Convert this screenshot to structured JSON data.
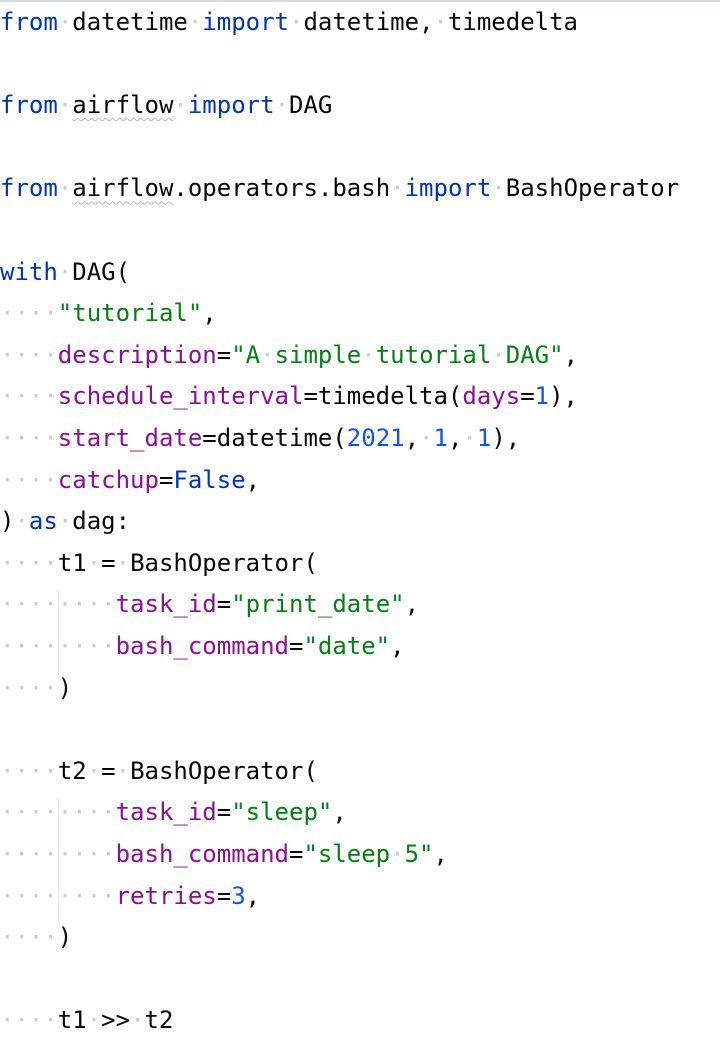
{
  "editor": {
    "language": "python",
    "lines": [
      [
        {
          "t": "from",
          "c": "kw"
        },
        {
          "t": "·",
          "c": "ws"
        },
        {
          "t": "datetime",
          "c": "plain"
        },
        {
          "t": "·",
          "c": "ws"
        },
        {
          "t": "import",
          "c": "kw"
        },
        {
          "t": "·",
          "c": "ws"
        },
        {
          "t": "datetime,",
          "c": "plain"
        },
        {
          "t": "·",
          "c": "ws"
        },
        {
          "t": "timedelta",
          "c": "plain"
        }
      ],
      [],
      [
        {
          "t": "from",
          "c": "kw"
        },
        {
          "t": "·",
          "c": "ws"
        },
        {
          "t": "airflow",
          "c": "plain wavy"
        },
        {
          "t": "·",
          "c": "ws"
        },
        {
          "t": "import",
          "c": "kw"
        },
        {
          "t": "·",
          "c": "ws"
        },
        {
          "t": "DAG",
          "c": "plain"
        }
      ],
      [],
      [
        {
          "t": "from",
          "c": "kw"
        },
        {
          "t": "·",
          "c": "ws"
        },
        {
          "t": "airflow",
          "c": "plain wavy"
        },
        {
          "t": ".operators.bash",
          "c": "plain"
        },
        {
          "t": "·",
          "c": "ws"
        },
        {
          "t": "import",
          "c": "kw"
        },
        {
          "t": "·",
          "c": "ws"
        },
        {
          "t": "BashOperator",
          "c": "plain"
        }
      ],
      [],
      [
        {
          "t": "with",
          "c": "kw"
        },
        {
          "t": "·",
          "c": "ws"
        },
        {
          "t": "DAG(",
          "c": "plain"
        }
      ],
      [
        {
          "t": "····",
          "c": "ws"
        },
        {
          "t": "\"tutorial\"",
          "c": "str"
        },
        {
          "t": ",",
          "c": "plain"
        }
      ],
      [
        {
          "t": "····",
          "c": "ws"
        },
        {
          "t": "description",
          "c": "param"
        },
        {
          "t": "=",
          "c": "plain"
        },
        {
          "t": "\"A",
          "c": "str"
        },
        {
          "t": "·",
          "c": "ws"
        },
        {
          "t": "simple",
          "c": "str"
        },
        {
          "t": "·",
          "c": "ws"
        },
        {
          "t": "tutorial",
          "c": "str"
        },
        {
          "t": "·",
          "c": "ws"
        },
        {
          "t": "DAG\"",
          "c": "str"
        },
        {
          "t": ",",
          "c": "plain"
        }
      ],
      [
        {
          "t": "····",
          "c": "ws"
        },
        {
          "t": "schedule_interval",
          "c": "param"
        },
        {
          "t": "=timedelta(",
          "c": "plain"
        },
        {
          "t": "days",
          "c": "param"
        },
        {
          "t": "=",
          "c": "plain"
        },
        {
          "t": "1",
          "c": "num"
        },
        {
          "t": "),",
          "c": "plain"
        }
      ],
      [
        {
          "t": "····",
          "c": "ws"
        },
        {
          "t": "start_date",
          "c": "param"
        },
        {
          "t": "=datetime(",
          "c": "plain"
        },
        {
          "t": "2021",
          "c": "num"
        },
        {
          "t": ",",
          "c": "plain"
        },
        {
          "t": "·",
          "c": "ws"
        },
        {
          "t": "1",
          "c": "num"
        },
        {
          "t": ",",
          "c": "plain"
        },
        {
          "t": "·",
          "c": "ws"
        },
        {
          "t": "1",
          "c": "num"
        },
        {
          "t": "),",
          "c": "plain"
        }
      ],
      [
        {
          "t": "····",
          "c": "ws"
        },
        {
          "t": "catchup",
          "c": "param"
        },
        {
          "t": "=",
          "c": "plain"
        },
        {
          "t": "False",
          "c": "kw"
        },
        {
          "t": ",",
          "c": "plain"
        }
      ],
      [
        {
          "t": ")",
          "c": "plain"
        },
        {
          "t": "·",
          "c": "ws"
        },
        {
          "t": "as",
          "c": "kw"
        },
        {
          "t": "·",
          "c": "ws"
        },
        {
          "t": "dag:",
          "c": "plain"
        }
      ],
      [
        {
          "t": "····",
          "c": "ws"
        },
        {
          "t": "t1",
          "c": "plain"
        },
        {
          "t": "·",
          "c": "ws"
        },
        {
          "t": "=",
          "c": "plain"
        },
        {
          "t": "·",
          "c": "ws"
        },
        {
          "t": "BashOperator(",
          "c": "plain"
        }
      ],
      [
        {
          "t": "········",
          "c": "ws"
        },
        {
          "t": "task_id",
          "c": "param"
        },
        {
          "t": "=",
          "c": "plain"
        },
        {
          "t": "\"print_date\"",
          "c": "str"
        },
        {
          "t": ",",
          "c": "plain"
        }
      ],
      [
        {
          "t": "········",
          "c": "ws"
        },
        {
          "t": "bash_command",
          "c": "param"
        },
        {
          "t": "=",
          "c": "plain"
        },
        {
          "t": "\"date\"",
          "c": "str"
        },
        {
          "t": ",",
          "c": "plain"
        }
      ],
      [
        {
          "t": "····",
          "c": "ws"
        },
        {
          "t": ")",
          "c": "plain"
        }
      ],
      [],
      [
        {
          "t": "····",
          "c": "ws"
        },
        {
          "t": "t2",
          "c": "plain"
        },
        {
          "t": "·",
          "c": "ws"
        },
        {
          "t": "=",
          "c": "plain"
        },
        {
          "t": "·",
          "c": "ws"
        },
        {
          "t": "BashOperator(",
          "c": "plain"
        }
      ],
      [
        {
          "t": "········",
          "c": "ws"
        },
        {
          "t": "task_id",
          "c": "param"
        },
        {
          "t": "=",
          "c": "plain"
        },
        {
          "t": "\"sleep\"",
          "c": "str"
        },
        {
          "t": ",",
          "c": "plain"
        }
      ],
      [
        {
          "t": "········",
          "c": "ws"
        },
        {
          "t": "bash_command",
          "c": "param"
        },
        {
          "t": "=",
          "c": "plain"
        },
        {
          "t": "\"sleep",
          "c": "str"
        },
        {
          "t": "·",
          "c": "ws"
        },
        {
          "t": "5\"",
          "c": "str"
        },
        {
          "t": ",",
          "c": "plain"
        }
      ],
      [
        {
          "t": "········",
          "c": "ws"
        },
        {
          "t": "retries",
          "c": "param"
        },
        {
          "t": "=",
          "c": "plain"
        },
        {
          "t": "3",
          "c": "num"
        },
        {
          "t": ",",
          "c": "plain"
        }
      ],
      [
        {
          "t": "····",
          "c": "ws"
        },
        {
          "t": ")",
          "c": "plain"
        }
      ],
      [],
      [
        {
          "t": "····",
          "c": "ws"
        },
        {
          "t": "t1",
          "c": "plain"
        },
        {
          "t": "·",
          "c": "ws"
        },
        {
          "t": ">>",
          "c": "plain"
        },
        {
          "t": "·",
          "c": "ws"
        },
        {
          "t": "t2",
          "c": "plain"
        }
      ]
    ]
  }
}
